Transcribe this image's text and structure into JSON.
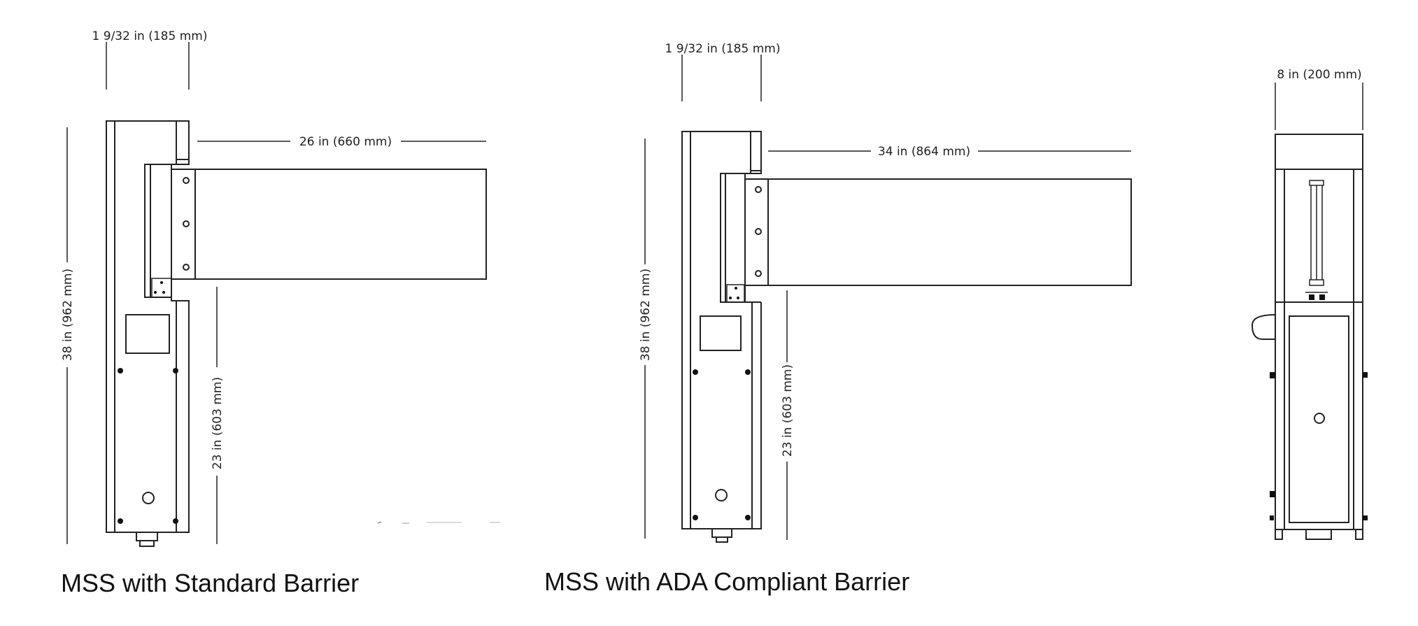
{
  "standard": {
    "width_dim": "1 9/32 in (185 mm)",
    "barrier_length_dim": "26 in (660 mm)",
    "height_dim": "38 in (962 mm)",
    "barrier_height_dim": "23 in (603 mm)",
    "caption": "MSS with Standard Barrier"
  },
  "ada": {
    "width_dim": "1 9/32 in (185 mm)",
    "barrier_length_dim": "34 in (864 mm)",
    "height_dim": "38 in (962 mm)",
    "barrier_height_dim": "23 in (603 mm)",
    "caption": "MSS with ADA Compliant Barrier"
  },
  "end_view": {
    "width_dim": "8 in (200 mm)"
  }
}
